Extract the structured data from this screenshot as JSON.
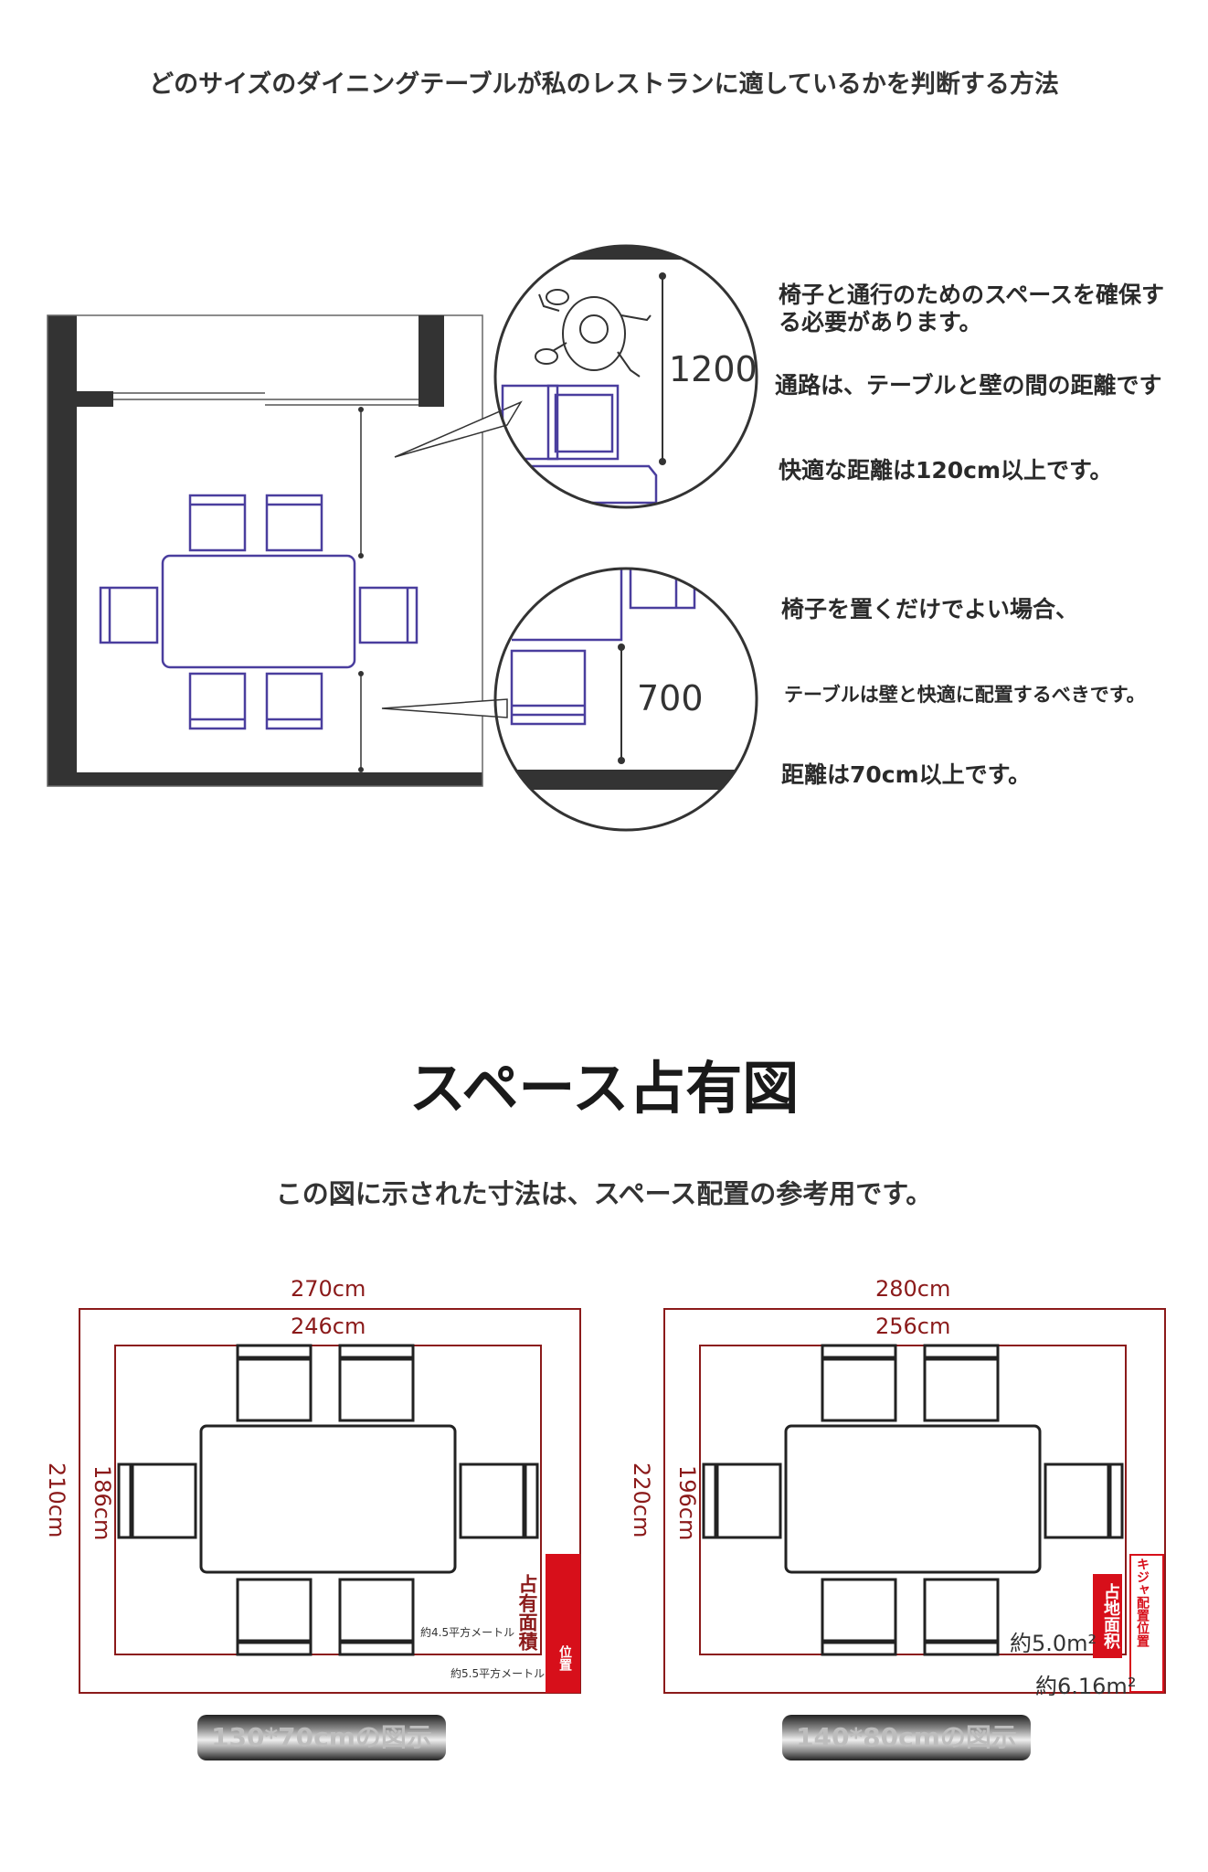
{
  "heading": "どのサイズのダイニングテーブルが私のレストランに適しているかを判断する方法",
  "plan": {
    "dim_top": "1200",
    "dim_bottom": "700"
  },
  "notes": {
    "note1_line1": "椅子と通行のためのスペースを確保す",
    "note1_line2": "る必要があります。",
    "note2": "通路は、テーブルと壁の間の距離です",
    "note3": "快適な距離は120cm以上です。",
    "note4": "椅子を置くだけでよい場合、",
    "note5": "テーブルは壁と快適に配置するべきです。",
    "note6": "距離は70cm以上です。"
  },
  "section2": {
    "title": "スペース占有図",
    "subtitle": "この図に示された寸法は、スペース配置の参考用です。"
  },
  "diagram_left": {
    "outer_width": "270cm",
    "inner_width": "246cm",
    "outer_height": "210cm",
    "inner_height": "186cm",
    "tag": "占有面積",
    "tag_small": "位置",
    "area_inner": "約4.5平方メートル",
    "area_outer": "約5.5平方メートル",
    "caption": "130*70cmの図示"
  },
  "diagram_right": {
    "outer_width": "280cm",
    "inner_width": "256cm",
    "outer_height": "220cm",
    "inner_height": "196cm",
    "tag": "占地面积",
    "tag_small": "キジャ配置位置",
    "area_inner": "約5.0m²",
    "area_outer": "約6.16m²",
    "caption": "140*80cmの図示"
  },
  "colors": {
    "chair": "#4a3e9e",
    "wall": "#333333",
    "dim_line": "#8b1a1a",
    "tag_bg": "#d70f1a"
  }
}
